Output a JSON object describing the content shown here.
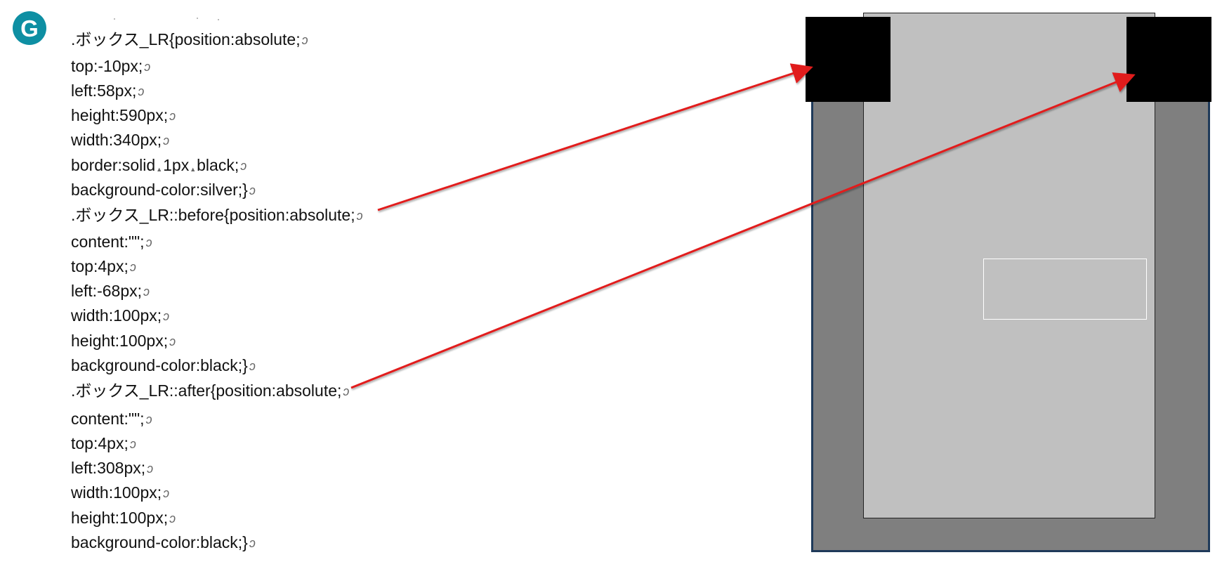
{
  "logo": {
    "letter": "G",
    "color": "#0e8fa3"
  },
  "code_lines": [
    ".ボックス_LR{position:absolute;",
    "top:-10px;",
    "left:58px;",
    "height:590px;",
    "width:340px;",
    "border:solid 1px black;",
    "background-color:silver;}",
    ".ボックス_LR::before{position:absolute;",
    "content:\"\";",
    "top:4px;",
    "left:-68px;",
    "width:100px;",
    "height:100px;",
    "background-color:black;}",
    ".ボックス_LR::after{position:absolute;",
    "content:\"\";",
    "top:4px;",
    "left:308px;",
    "width:100px;",
    "height:100px;",
    "background-color:black;}"
  ],
  "return_mark": "ↄ",
  "space_mark": "▲",
  "colors": {
    "arrow": "#e11c1c",
    "outer_box": "#7f7f7f",
    "outer_border": "#1f3a5a",
    "box_lr": "#c0c0c0",
    "pseudo": "#000000"
  }
}
